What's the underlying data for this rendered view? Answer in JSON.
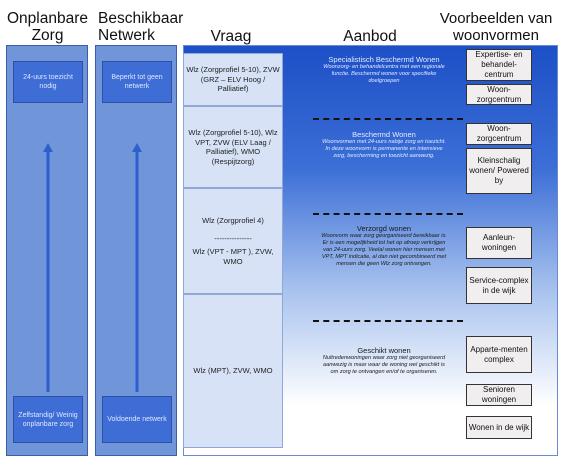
{
  "headers": {
    "onplanbare_zorg": "Onplanbare Zorg",
    "beschikbaar_netwerk": "Beschikbaar Netwerk",
    "vraag": "Vraag",
    "aanbod": "Aanbod",
    "voorbeelden": "Voorbeelden van woonvormen"
  },
  "onplanbare_zorg": {
    "top": "24-uurs toezicht nodig",
    "bottom": "Zelfstandig/ Weinig onplanbare zorg"
  },
  "beschikbaar_netwerk": {
    "top": "Beperkt tot geen netwerk",
    "bottom": "Voldoende netwerk"
  },
  "vraag": {
    "row1": "Wlz (Zorgprofiel 5-10), ZVW (GRZ – ELV Hoog / Palliatief)",
    "row2": "Wlz (Zorgprofiel 5-10), Wlz VPT, ZVW (ELV Laag / Palliatief), WMO (Respijtzorg)",
    "row3_line1": "Wlz (Zorgprofiel 4)",
    "row3_line2": "---------------",
    "row3_line3": "Wlz (VPT - MPT ), ZVW, WMO",
    "row4": "Wlz (MPT), ZVW, WMO"
  },
  "aanbod": {
    "item1": {
      "title": "Specialistisch Beschermd Wonen",
      "desc": "Woonzorg- en behandelcentra met een regionale functie. Beschermd wonen voor specifieke doelgroepen"
    },
    "item2": {
      "title": "Beschermd Wonen",
      "desc": "Woonvormen met 24-uurs nabije zorg en toezicht. In deze woonvorm is permanente en intensieve zorg, bescherming en toezicht aanwezig."
    },
    "item3": {
      "title": "Verzorgd wonen",
      "desc": "Woonvorm waar zorg georganiseerd bereikbaar is. Er is een mogelijkheid tot het op afroep verkrijgen van 24-uurs zorg. Veelal wonen hier mensen met VPT, MPT indicatie, al dan niet gecombineerd met mensen die geen Wlz zorg ontvangen."
    },
    "item4": {
      "title": "Geschikt wonen",
      "desc": "Nultredenwoningen waar zorg niet georganiseerd aanwezig is maar waar de woning wel geschikt is om zorg te ontvangen en/of te organiseren."
    }
  },
  "woonvormen": [
    "Expertise- en behandel-centrum",
    "Woon-zorgcentrum",
    "Woon-zorgcentrum",
    "Kleinschalig wonen/ Powered by",
    "Aanleun-woningen",
    "Service-complex in de wijk",
    "Apparte-menten complex",
    "Senioren woningen",
    "Wonen in de wijk"
  ],
  "colors": {
    "column_bg": "#7095d8",
    "box_bg": "#3f6dd6",
    "arrow": "#2d5fd0",
    "gradient_top": "#1d4fc7",
    "gradient_bottom": "#ffffff"
  }
}
